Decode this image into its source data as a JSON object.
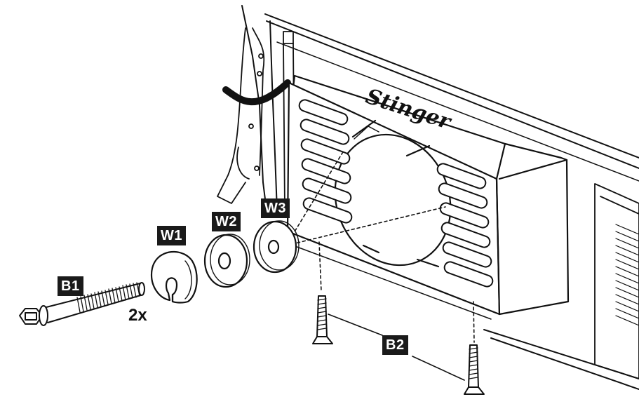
{
  "labels": {
    "b1": "B1",
    "w1": "W1",
    "w2": "W2",
    "w3": "W3",
    "b2": "B2",
    "quantity": "2x"
  },
  "logo_text": "Stinger",
  "colors": {
    "ink": "#111111",
    "label_bg": "#1a1a1a",
    "label_text": "#ffffff",
    "paper": "#ffffff"
  }
}
